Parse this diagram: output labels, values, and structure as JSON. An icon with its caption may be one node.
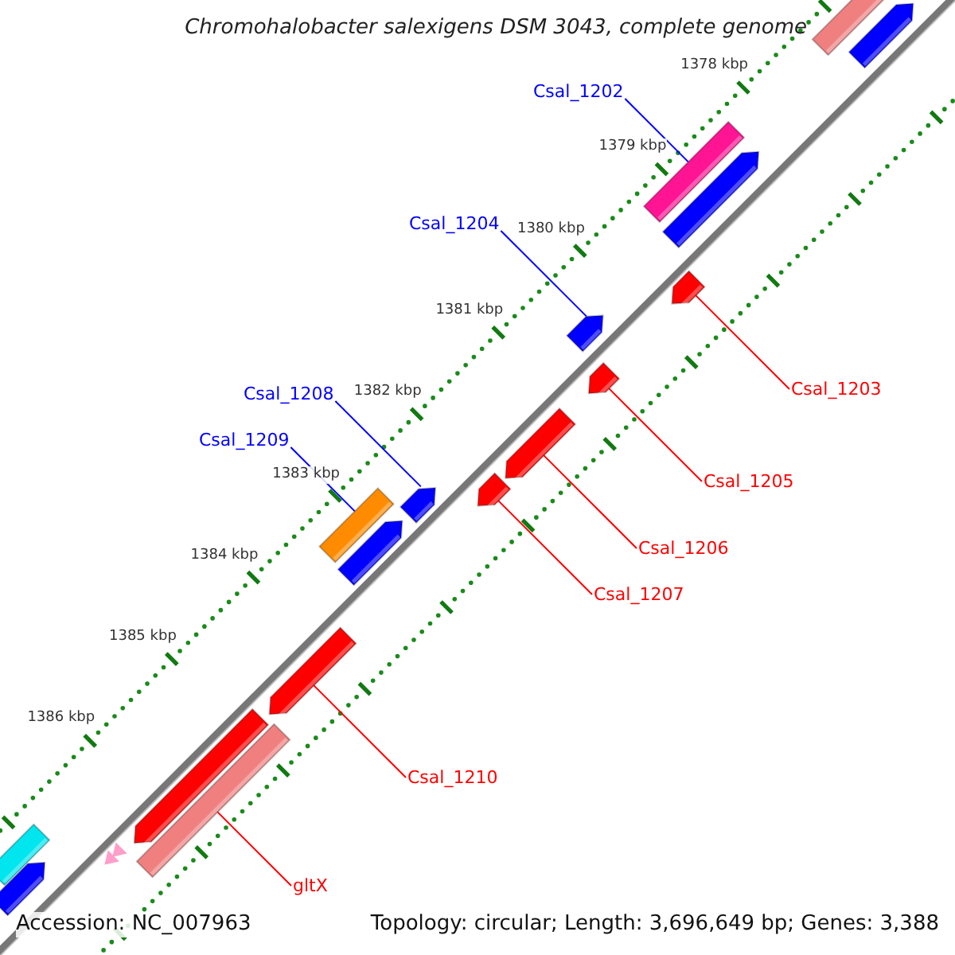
{
  "diagram": {
    "title": "Chromohalobacter salexigens DSM 3043, complete genome",
    "nodes": [
      {
        "text": [
          "Csal_1202"
        ]
      },
      {
        "text": [
          "Csal_1204"
        ]
      },
      {
        "text": [
          "Csal_1203"
        ]
      },
      {
        "text": [
          "Csal_1208"
        ]
      },
      {
        "text": [
          "Csal_1209"
        ]
      },
      {
        "text": [
          "Csal_1205"
        ]
      },
      {
        "text": [
          "Csal_1206"
        ]
      },
      {
        "text": [
          "Csal_1207"
        ]
      },
      {
        "text": [
          "Csal_1210"
        ]
      },
      {
        "text": [
          "gltX"
        ]
      },
      {
        "text": [],
        "shape": "bar"
      },
      {
        "text": [],
        "shape": "bar"
      },
      {
        "text": [],
        "shape": "bar"
      },
      {
        "text": [],
        "shape": "bar"
      },
      {
        "text": [],
        "shape": "bar"
      },
      {
        "text": [],
        "shape": "bar"
      },
      {
        "text": [],
        "shape": "bar"
      },
      {
        "text": [],
        "shape": "bar"
      },
      {
        "text": [],
        "shape": "bar"
      },
      {
        "text": [],
        "shape": "bar"
      },
      {
        "text": [],
        "shape": "bar"
      },
      {
        "text": [],
        "shape": "bar"
      },
      {
        "text": [],
        "shape": "bar"
      },
      {
        "text": [],
        "shape": "bar"
      },
      {
        "text": [],
        "shape": "bar"
      },
      {
        "text": [],
        "shape": "arrow"
      },
      {
        "text": [],
        "shape": "bar"
      },
      {
        "text": [],
        "shape": "bar"
      }
    ],
    "edges": [
      {
        "from": 0,
        "to": 12,
        "arrow": "none",
        "color": "#0000ff"
      },
      {
        "from": 1,
        "to": 15,
        "arrow": "none",
        "color": "#0000ff"
      },
      {
        "from": 2,
        "to": 14,
        "arrow": "none"
      },
      {
        "from": 3,
        "to": 19,
        "arrow": "none",
        "color": "#0000ff"
      },
      {
        "from": 4,
        "to": 20,
        "arrow": "none",
        "color": "#0000ff"
      },
      {
        "from": 5,
        "to": 16,
        "arrow": "none"
      },
      {
        "from": 6,
        "to": 17,
        "arrow": "none"
      },
      {
        "from": 7,
        "to": 18,
        "arrow": "none"
      },
      {
        "from": 8,
        "to": 22,
        "arrow": "none"
      },
      {
        "from": 9,
        "to": 24,
        "arrow": "none"
      }
    ],
    "labels": [
      "1378 kbp",
      "1379 kbp",
      "1380 kbp",
      "1381 kbp",
      "1382 kbp",
      "1383 kbp",
      "1384 kbp",
      "1385 kbp",
      "1386 kbp",
      "Accession: NC_007963",
      "Topology: circular; Length: 3,696,649 bp; Genes: 3,388"
    ]
  }
}
